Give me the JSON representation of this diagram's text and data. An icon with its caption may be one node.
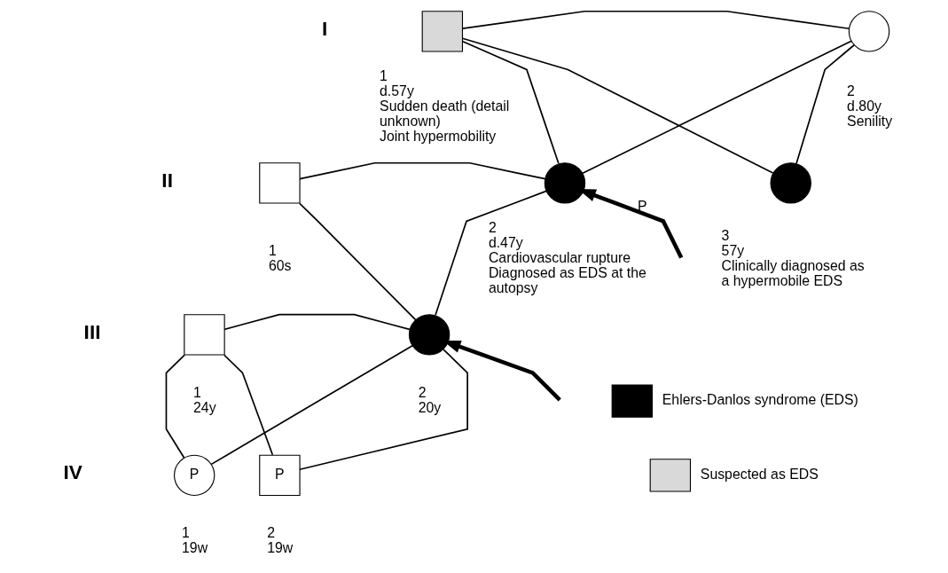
{
  "diagram": {
    "nodes": [
      {
        "text": [],
        "shape": "box",
        "beside": [
          "1",
          "d.57y",
          "Sudden death (detail unknown)",
          "Joint hypermobility"
        ]
      },
      {
        "text": [],
        "shape": "circle",
        "beside": [
          "2",
          "d.80y",
          "Senility"
        ]
      },
      {
        "text": [],
        "shape": "box",
        "beside": [
          "1",
          "60s"
        ]
      },
      {
        "text": [],
        "shape": "circle",
        "beside": [
          "2",
          "d.47y",
          "Cardiovascular rupture",
          "Diagnosed as EDS at the autopsy"
        ]
      },
      {
        "text": [],
        "shape": "circle",
        "beside": [
          "3",
          "57y",
          "Clinically diagnosed as a hypermobile EDS"
        ]
      },
      {
        "text": [],
        "shape": "box",
        "beside": [
          "1",
          "24y"
        ]
      },
      {
        "text": [],
        "shape": "circle",
        "beside": [
          "2",
          "20y"
        ]
      },
      {
        "text": [
          "P"
        ],
        "beside": [
          "1",
          "19w"
        ]
      },
      {
        "text": [
          "P"
        ],
        "beside": [
          "2",
          "19w"
        ]
      }
    ],
    "edges": [
      {
        "from": 0,
        "to": 1,
        "arrow": "none"
      },
      {
        "from": 0,
        "to": 3,
        "arrow": "none"
      },
      {
        "from": 1,
        "to": 3,
        "arrow": "none"
      },
      {
        "from": 0,
        "to": 4,
        "arrow": "none"
      },
      {
        "from": 1,
        "to": 4,
        "arrow": "none"
      },
      {
        "from": 2,
        "to": 3,
        "arrow": "none"
      },
      {
        "from": 2,
        "to": 6,
        "arrow": "none"
      },
      {
        "from": 3,
        "to": 6,
        "arrow": "none"
      },
      {
        "from": null,
        "to": 3,
        "arrow": "to",
        "label": "P",
        "style": "thick"
      },
      {
        "from": 5,
        "to": 6,
        "arrow": "none"
      },
      {
        "from": 5,
        "to": 7,
        "arrow": "none"
      },
      {
        "from": 6,
        "to": 7,
        "arrow": "none"
      },
      {
        "from": 5,
        "to": 8,
        "arrow": "none"
      },
      {
        "from": 6,
        "to": 8,
        "arrow": "none"
      },
      {
        "from": null,
        "to": 6,
        "arrow": "to",
        "style": "thick"
      }
    ],
    "labels": [
      "I",
      "II",
      "III",
      "IV"
    ],
    "legend": [
      {
        "text": "Ehlers-Danlos syndrome (EDS)",
        "color": "#000000"
      },
      {
        "text": "Suspected as EDS",
        "color": "#d9d9d9"
      }
    ]
  }
}
